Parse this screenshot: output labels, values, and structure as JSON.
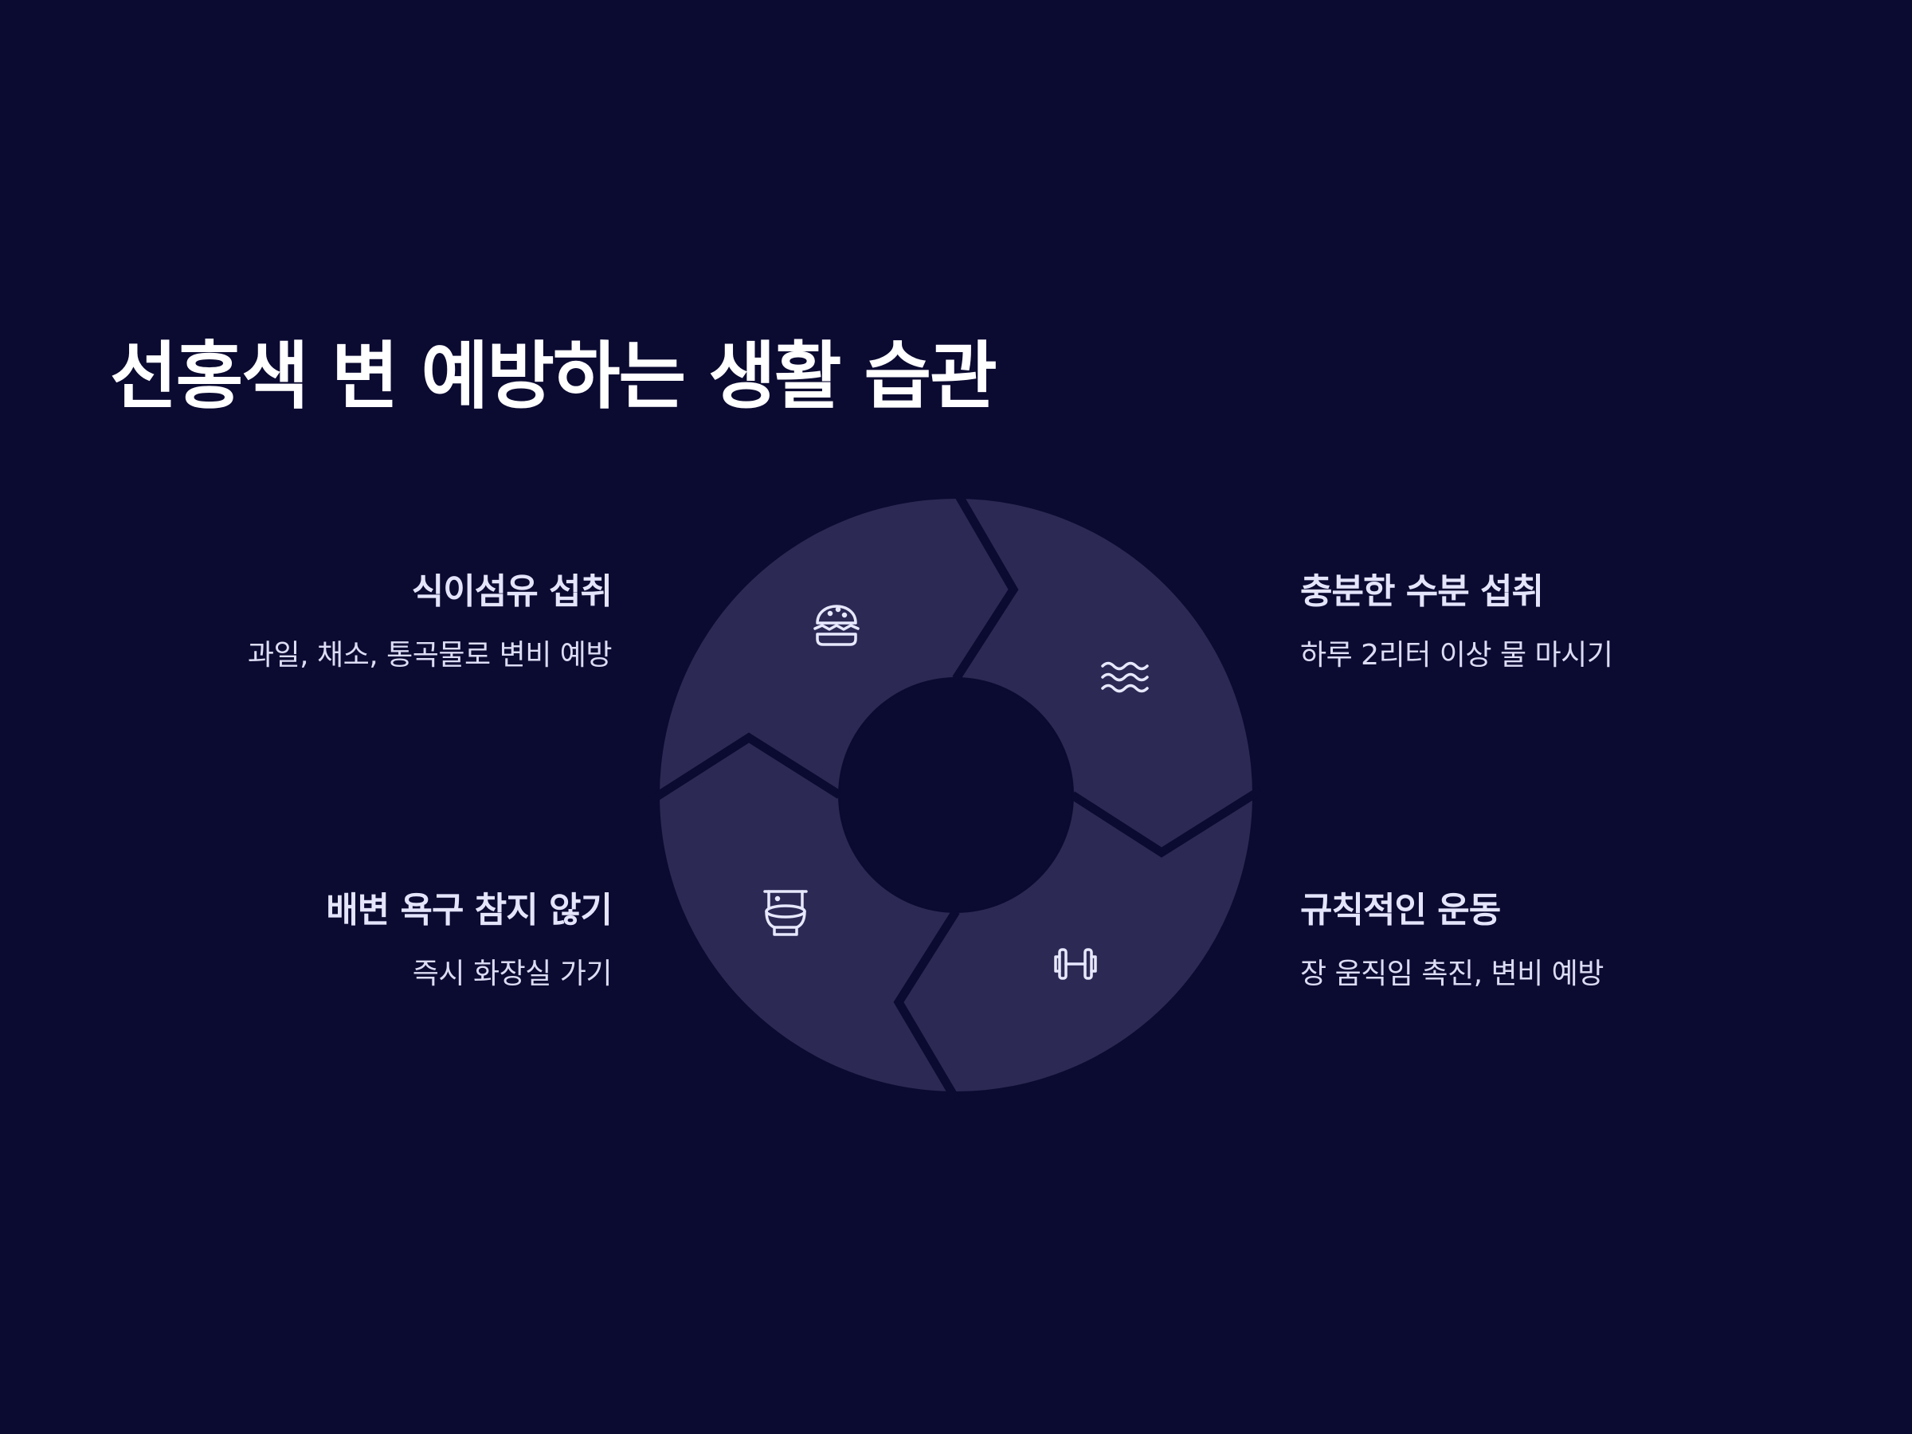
{
  "title": "선홍색 변 예방하는 생활 습관",
  "colors": {
    "background": "#0b0a31",
    "segment": "#2c2a54",
    "icon": "#e8e8ff",
    "text": "#ffffff"
  },
  "items": [
    {
      "title": "식이섬유 섭취",
      "description": "과일, 채소, 통곡물로 변비 예방",
      "icon": "burger-icon"
    },
    {
      "title": "충분한 수분 섭취",
      "description": "하루 2리터 이상 물 마시기",
      "icon": "water-waves-icon"
    },
    {
      "title": "규칙적인 운동",
      "description": "장 움직임 촉진, 변비 예방",
      "icon": "dumbbell-icon"
    },
    {
      "title": "배변 욕구 참지 않기",
      "description": "즉시 화장실 가기",
      "icon": "toilet-icon"
    }
  ]
}
